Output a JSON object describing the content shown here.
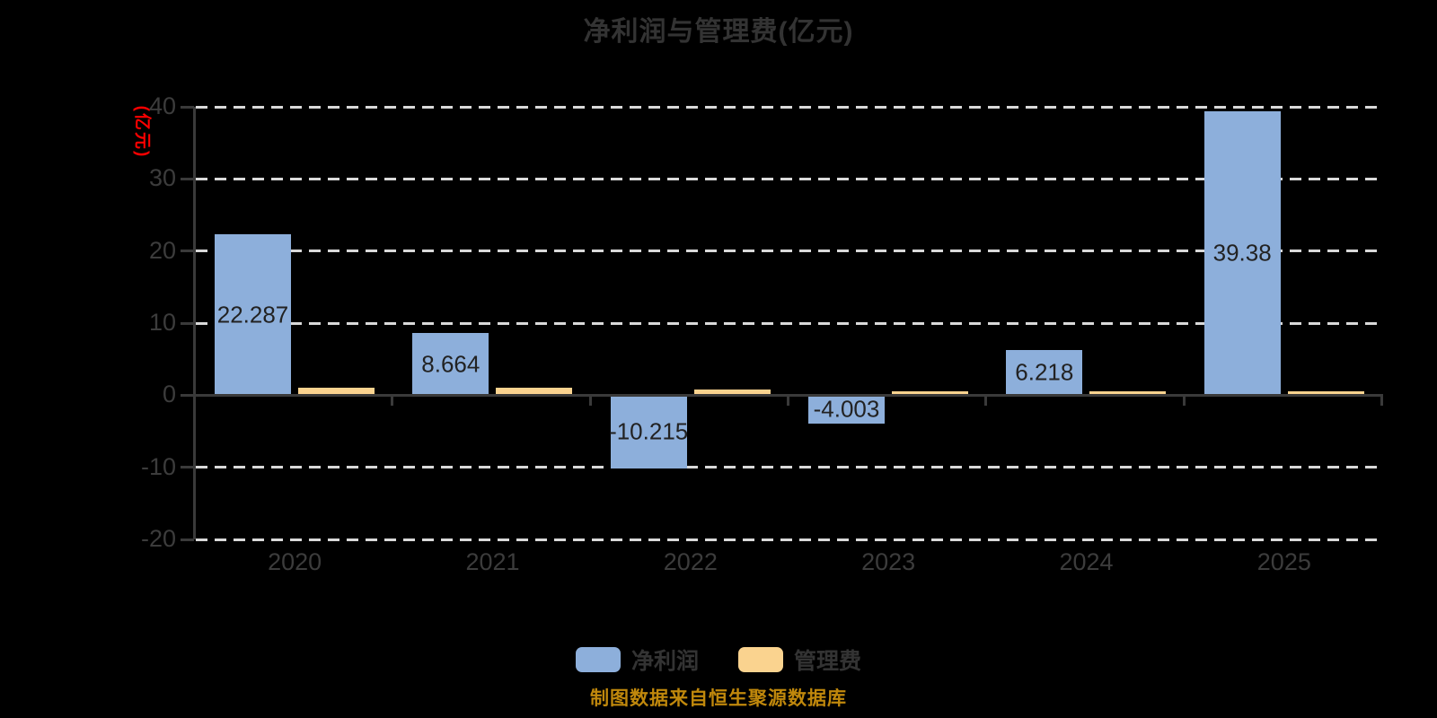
{
  "chart": {
    "title": "净利润与管理费(亿元)",
    "y_axis_name": "(亿元)",
    "footer": "制图数据来自恒生聚源数据库",
    "legend": [
      {
        "id": "net-profit",
        "label": "净利润",
        "color": "#8dafdb"
      },
      {
        "id": "management-fee",
        "label": "管理费",
        "color": "#fad38f"
      }
    ]
  },
  "chart_data": {
    "type": "bar",
    "title": "净利润与管理费(亿元)",
    "categories": [
      "2020",
      "2021",
      "2022",
      "2023",
      "2024",
      "2025"
    ],
    "series": [
      {
        "id": "net-profit",
        "name": "净利润",
        "color": "#8dafdb",
        "values": [
          22.287,
          8.664,
          -10.215,
          -4.003,
          6.218,
          39.38
        ],
        "labels": [
          "22.287",
          "8.664",
          "-10.215",
          "-4.003",
          "6.218",
          "39.38"
        ]
      },
      {
        "id": "management-fee",
        "name": "管理费",
        "color": "#fad38f",
        "values": [
          1.0,
          1.0,
          0.85,
          0.55,
          0.5,
          0.6
        ],
        "labels": [
          "",
          "",
          "",
          "",
          "",
          ""
        ]
      }
    ],
    "ylabel": "(亿元)",
    "ylim": [
      -20,
      40
    ],
    "yticks": [
      40,
      30,
      20,
      10,
      0,
      -10,
      -20
    ],
    "grid": "horizontal-dashed",
    "legend_position": "bottom",
    "colors": {
      "background": "#000000",
      "title_text": "#333333",
      "axis_line": "#3a3a3a",
      "tick_label": "#3c3c3c",
      "gridline": "#d9d9d9",
      "value_label": "#222222",
      "y_axis_name": "#fe0000",
      "footer_text": "#c0880c"
    }
  }
}
